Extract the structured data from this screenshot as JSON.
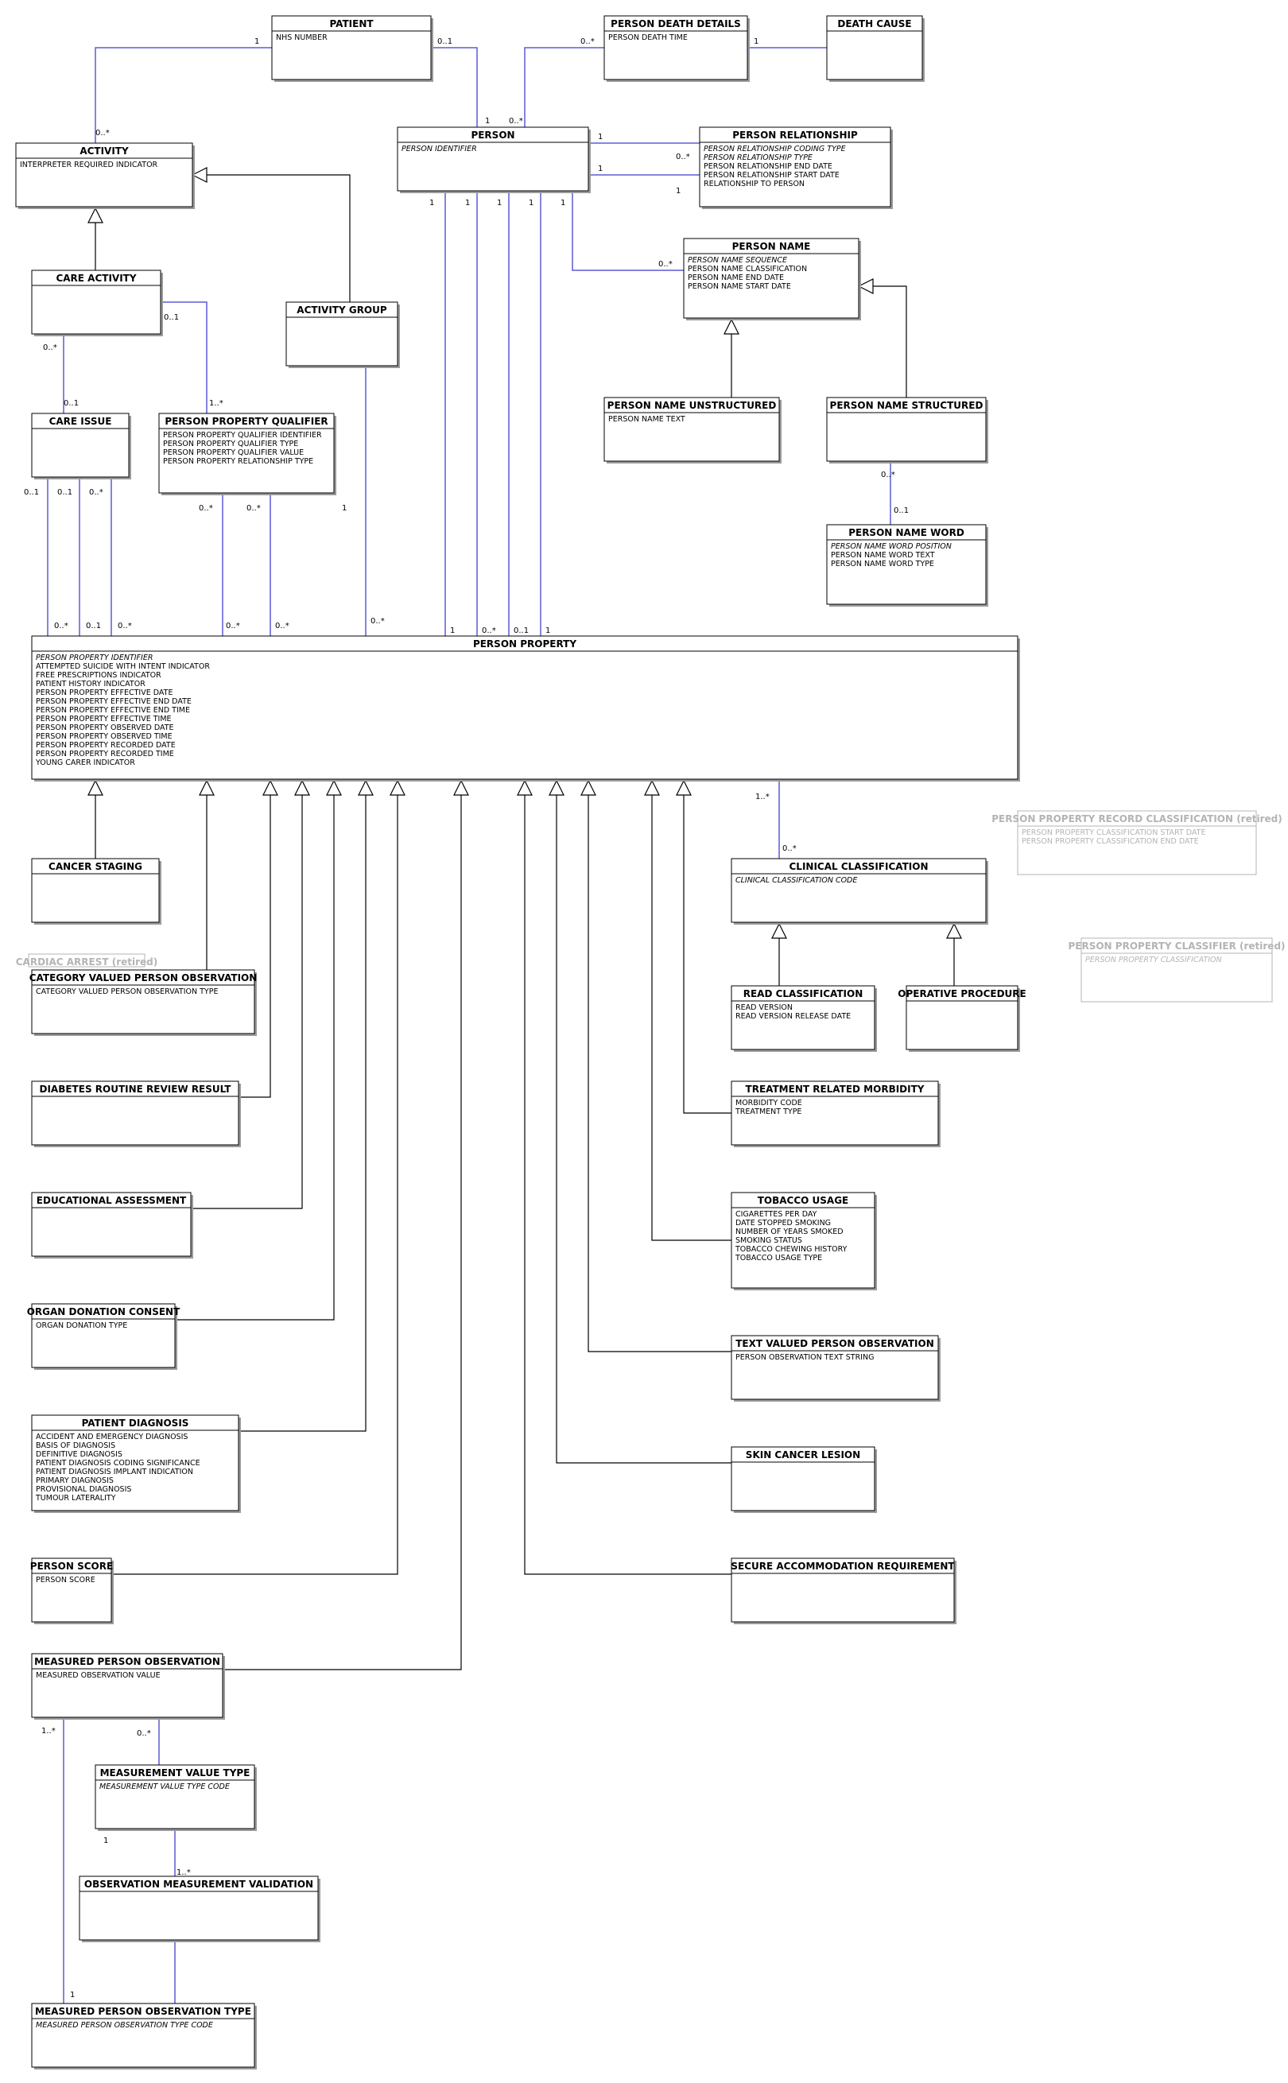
{
  "colors": {
    "association": "#5b5bd6",
    "generalization": "#000000",
    "retired": "#b4b4b4"
  },
  "entities": [
    {
      "id": "patient",
      "name": "PATIENT",
      "attributes": [
        {
          "text": "NHS NUMBER"
        }
      ]
    },
    {
      "id": "person_death_details",
      "name": "PERSON DEATH DETAILS",
      "attributes": [
        {
          "text": "PERSON DEATH TIME"
        }
      ]
    },
    {
      "id": "death_cause",
      "name": "DEATH CAUSE",
      "attributes": []
    },
    {
      "id": "activity",
      "name": "ACTIVITY",
      "attributes": [
        {
          "text": "INTERPRETER REQUIRED INDICATOR"
        }
      ]
    },
    {
      "id": "person",
      "name": "PERSON",
      "attributes": [
        {
          "text": "PERSON IDENTIFIER",
          "key": true
        }
      ]
    },
    {
      "id": "person_relationship",
      "name": "PERSON RELATIONSHIP",
      "attributes": [
        {
          "text": "PERSON RELATIONSHIP CODING TYPE",
          "key": true
        },
        {
          "text": "PERSON RELATIONSHIP TYPE",
          "key": true
        },
        {
          "text": "PERSON RELATIONSHIP END DATE"
        },
        {
          "text": "PERSON RELATIONSHIP START DATE"
        },
        {
          "text": "RELATIONSHIP TO PERSON"
        }
      ]
    },
    {
      "id": "care_activity",
      "name": "CARE ACTIVITY",
      "attributes": []
    },
    {
      "id": "activity_group",
      "name": "ACTIVITY GROUP",
      "attributes": []
    },
    {
      "id": "person_name",
      "name": "PERSON NAME",
      "attributes": [
        {
          "text": "PERSON NAME SEQUENCE",
          "key": true
        },
        {
          "text": "PERSON NAME CLASSIFICATION"
        },
        {
          "text": "PERSON NAME END DATE"
        },
        {
          "text": "PERSON NAME START DATE"
        }
      ]
    },
    {
      "id": "care_issue",
      "name": "CARE ISSUE",
      "attributes": []
    },
    {
      "id": "person_property_qualifier",
      "name": "PERSON PROPERTY QUALIFIER",
      "attributes": [
        {
          "text": "PERSON PROPERTY QUALIFIER IDENTIFIER"
        },
        {
          "text": "PERSON PROPERTY QUALIFIER TYPE"
        },
        {
          "text": "PERSON PROPERTY QUALIFIER VALUE"
        },
        {
          "text": "PERSON PROPERTY RELATIONSHIP TYPE"
        }
      ]
    },
    {
      "id": "person_name_unstructured",
      "name": "PERSON NAME UNSTRUCTURED",
      "attributes": [
        {
          "text": "PERSON NAME TEXT"
        }
      ]
    },
    {
      "id": "person_name_structured",
      "name": "PERSON NAME STRUCTURED",
      "attributes": []
    },
    {
      "id": "person_name_word",
      "name": "PERSON NAME WORD",
      "attributes": [
        {
          "text": "PERSON NAME WORD POSITION",
          "key": true
        },
        {
          "text": "PERSON NAME WORD TEXT"
        },
        {
          "text": "PERSON NAME WORD TYPE"
        }
      ]
    },
    {
      "id": "person_property",
      "name": "PERSON PROPERTY",
      "attributes": [
        {
          "text": "PERSON PROPERTY IDENTIFIER",
          "key": true
        },
        {
          "text": "ATTEMPTED SUICIDE WITH INTENT INDICATOR"
        },
        {
          "text": "FREE PRESCRIPTIONS INDICATOR"
        },
        {
          "text": "PATIENT HISTORY INDICATOR"
        },
        {
          "text": "PERSON PROPERTY EFFECTIVE DATE"
        },
        {
          "text": "PERSON PROPERTY EFFECTIVE END DATE"
        },
        {
          "text": "PERSON PROPERTY EFFECTIVE END TIME"
        },
        {
          "text": "PERSON PROPERTY EFFECTIVE TIME"
        },
        {
          "text": "PERSON PROPERTY OBSERVED DATE"
        },
        {
          "text": "PERSON PROPERTY OBSERVED TIME"
        },
        {
          "text": "PERSON PROPERTY RECORDED DATE"
        },
        {
          "text": "PERSON PROPERTY RECORDED TIME"
        },
        {
          "text": "YOUNG CARER INDICATOR"
        }
      ]
    },
    {
      "id": "pp_record_classification",
      "name": "PERSON PROPERTY RECORD CLASSIFICATION (retired)",
      "retired": true,
      "attributes": [
        {
          "text": "PERSON PROPERTY CLASSIFICATION START DATE"
        },
        {
          "text": "PERSON PROPERTY CLASSIFICATION END DATE"
        }
      ]
    },
    {
      "id": "cancer_staging",
      "name": "CANCER STAGING",
      "attributes": []
    },
    {
      "id": "clinical_classification",
      "name": "CLINICAL CLASSIFICATION",
      "attributes": [
        {
          "text": "CLINICAL CLASSIFICATION CODE",
          "key": true
        }
      ]
    },
    {
      "id": "pp_classifier",
      "name": "PERSON PROPERTY CLASSIFIER (retired)",
      "retired": true,
      "attributes": [
        {
          "text": "PERSON PROPERTY CLASSIFICATION",
          "key": true
        }
      ]
    },
    {
      "id": "cardiac_arrest",
      "name": "CARDIAC ARREST (retired)",
      "retired": true,
      "attributes": []
    },
    {
      "id": "category_valued_person_observation",
      "name": "CATEGORY VALUED PERSON OBSERVATION",
      "attributes": [
        {
          "text": "CATEGORY VALUED PERSON OBSERVATION TYPE"
        }
      ]
    },
    {
      "id": "read_classification",
      "name": "READ CLASSIFICATION",
      "attributes": [
        {
          "text": "READ VERSION"
        },
        {
          "text": "READ VERSION RELEASE DATE"
        }
      ]
    },
    {
      "id": "operative_procedure",
      "name": "OPERATIVE PROCEDURE",
      "attributes": []
    },
    {
      "id": "diabetes_routine_review_result",
      "name": "DIABETES ROUTINE REVIEW RESULT",
      "attributes": []
    },
    {
      "id": "treatment_related_morbidity",
      "name": "TREATMENT RELATED MORBIDITY",
      "attributes": [
        {
          "text": "MORBIDITY CODE"
        },
        {
          "text": "TREATMENT TYPE"
        }
      ]
    },
    {
      "id": "educational_assessment",
      "name": "EDUCATIONAL ASSESSMENT",
      "attributes": []
    },
    {
      "id": "tobacco_usage",
      "name": "TOBACCO USAGE",
      "attributes": [
        {
          "text": "CIGARETTES PER DAY"
        },
        {
          "text": "DATE STOPPED SMOKING"
        },
        {
          "text": "NUMBER OF YEARS SMOKED"
        },
        {
          "text": "SMOKING STATUS"
        },
        {
          "text": "TOBACCO CHEWING HISTORY"
        },
        {
          "text": "TOBACCO USAGE TYPE"
        }
      ]
    },
    {
      "id": "organ_donation_consent",
      "name": "ORGAN DONATION CONSENT",
      "attributes": [
        {
          "text": "ORGAN DONATION TYPE"
        }
      ]
    },
    {
      "id": "text_valued_person_observation",
      "name": "TEXT VALUED PERSON OBSERVATION",
      "attributes": [
        {
          "text": "PERSON OBSERVATION TEXT STRING"
        }
      ]
    },
    {
      "id": "patient_diagnosis",
      "name": "PATIENT DIAGNOSIS",
      "attributes": [
        {
          "text": "ACCIDENT AND EMERGENCY DIAGNOSIS"
        },
        {
          "text": "BASIS OF DIAGNOSIS"
        },
        {
          "text": "DEFINITIVE DIAGNOSIS"
        },
        {
          "text": "PATIENT DIAGNOSIS CODING SIGNIFICANCE"
        },
        {
          "text": "PATIENT DIAGNOSIS IMPLANT INDICATION"
        },
        {
          "text": "PRIMARY DIAGNOSIS"
        },
        {
          "text": "PROVISIONAL DIAGNOSIS"
        },
        {
          "text": "TUMOUR LATERALITY"
        }
      ]
    },
    {
      "id": "skin_cancer_lesion",
      "name": "SKIN CANCER LESION",
      "attributes": []
    },
    {
      "id": "person_score",
      "name": "PERSON SCORE",
      "attributes": [
        {
          "text": "PERSON SCORE"
        }
      ]
    },
    {
      "id": "secure_accommodation_requirement",
      "name": "SECURE ACCOMMODATION REQUIREMENT",
      "attributes": []
    },
    {
      "id": "measured_person_observation",
      "name": "MEASURED PERSON OBSERVATION",
      "attributes": [
        {
          "text": "MEASURED OBSERVATION VALUE"
        }
      ]
    },
    {
      "id": "measurement_value_type",
      "name": "MEASUREMENT VALUE TYPE",
      "attributes": [
        {
          "text": "MEASUREMENT VALUE TYPE CODE",
          "key": true
        }
      ]
    },
    {
      "id": "observation_measurement_validation",
      "name": "OBSERVATION MEASUREMENT VALIDATION",
      "attributes": []
    },
    {
      "id": "measured_person_observation_type",
      "name": "MEASURED PERSON OBSERVATION TYPE",
      "attributes": [
        {
          "text": "MEASURED PERSON OBSERVATION TYPE CODE",
          "key": true
        }
      ]
    }
  ],
  "multiplicities": [
    "1",
    "0..1",
    "0..*",
    "1",
    "1",
    "0..*",
    "0..*",
    "1",
    "1",
    "0..*",
    "1",
    "0..*",
    "0..1",
    "0..*",
    "0..1",
    "1..*",
    "0..*",
    "0..1",
    "1",
    "1",
    "1",
    "1",
    "1",
    "0..1",
    "0..1",
    "0..*",
    "0..*",
    "0..*",
    "1",
    "0..*",
    "0..1",
    "0..*",
    "0..*",
    "0..*",
    "0..*",
    "1",
    "0..*",
    "0..1",
    "1",
    "1..*",
    "0..*",
    "0..*",
    "1",
    "1..*",
    "1..*",
    "1"
  ]
}
